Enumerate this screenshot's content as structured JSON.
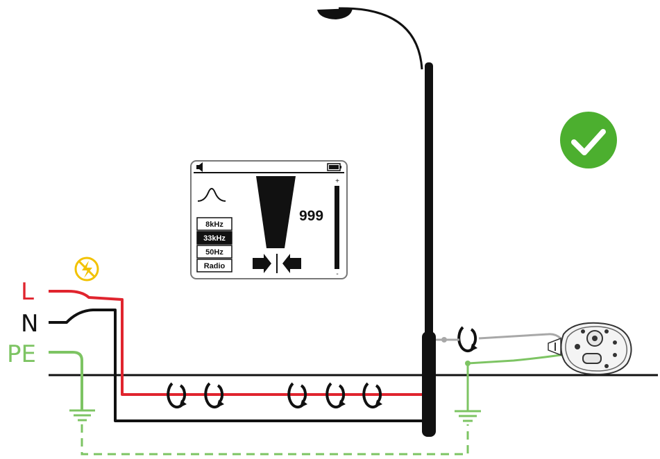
{
  "wires": {
    "live_label": "L",
    "neutral_label": "N",
    "earth_label": "PE"
  },
  "locator": {
    "signal_value": "999",
    "frequencies": [
      {
        "label": "8kHz",
        "selected": false
      },
      {
        "label": "33kHz",
        "selected": true
      },
      {
        "label": "50Hz",
        "selected": false
      },
      {
        "label": "Radio",
        "selected": false
      }
    ],
    "scale_max_symbol": "+",
    "scale_min_symbol": "-"
  },
  "colors": {
    "live": "#e0242e",
    "neutral": "#111111",
    "earth": "#7dc463",
    "warning": "#f2c200",
    "ok": "#4caf2f",
    "signal_wire": "#a8a8a8"
  },
  "icons": {
    "ok_badge": "check-circle-icon",
    "warning": "high-voltage-warning-icon",
    "speaker": "speaker-icon",
    "battery": "battery-icon"
  }
}
